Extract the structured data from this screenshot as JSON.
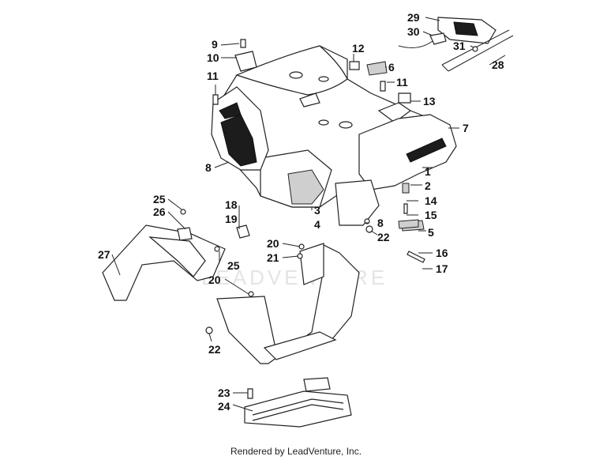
{
  "footer": {
    "text": "Rendered by LeadVenture, Inc."
  },
  "watermark": {
    "text": "LEADVENTURE"
  },
  "callouts": [
    {
      "id": "1",
      "label": "1"
    },
    {
      "id": "2",
      "label": "2"
    },
    {
      "id": "3",
      "label": "3"
    },
    {
      "id": "4",
      "label": "4"
    },
    {
      "id": "5",
      "label": "5"
    },
    {
      "id": "6",
      "label": "6"
    },
    {
      "id": "7",
      "label": "7"
    },
    {
      "id": "8a",
      "label": "8"
    },
    {
      "id": "8b",
      "label": "8"
    },
    {
      "id": "9",
      "label": "9"
    },
    {
      "id": "10",
      "label": "10"
    },
    {
      "id": "11a",
      "label": "11"
    },
    {
      "id": "11b",
      "label": "11"
    },
    {
      "id": "12",
      "label": "12"
    },
    {
      "id": "13",
      "label": "13"
    },
    {
      "id": "14",
      "label": "14"
    },
    {
      "id": "15",
      "label": "15"
    },
    {
      "id": "16",
      "label": "16"
    },
    {
      "id": "17",
      "label": "17"
    },
    {
      "id": "18",
      "label": "18"
    },
    {
      "id": "19",
      "label": "19"
    },
    {
      "id": "20a",
      "label": "20"
    },
    {
      "id": "20b",
      "label": "20"
    },
    {
      "id": "21",
      "label": "21"
    },
    {
      "id": "22a",
      "label": "22"
    },
    {
      "id": "22b",
      "label": "22"
    },
    {
      "id": "23",
      "label": "23"
    },
    {
      "id": "24",
      "label": "24"
    },
    {
      "id": "25a",
      "label": "25"
    },
    {
      "id": "25b",
      "label": "25"
    },
    {
      "id": "26",
      "label": "26"
    },
    {
      "id": "27",
      "label": "27"
    },
    {
      "id": "28",
      "label": "28"
    },
    {
      "id": "29",
      "label": "29"
    },
    {
      "id": "30",
      "label": "30"
    },
    {
      "id": "31",
      "label": "31"
    }
  ]
}
